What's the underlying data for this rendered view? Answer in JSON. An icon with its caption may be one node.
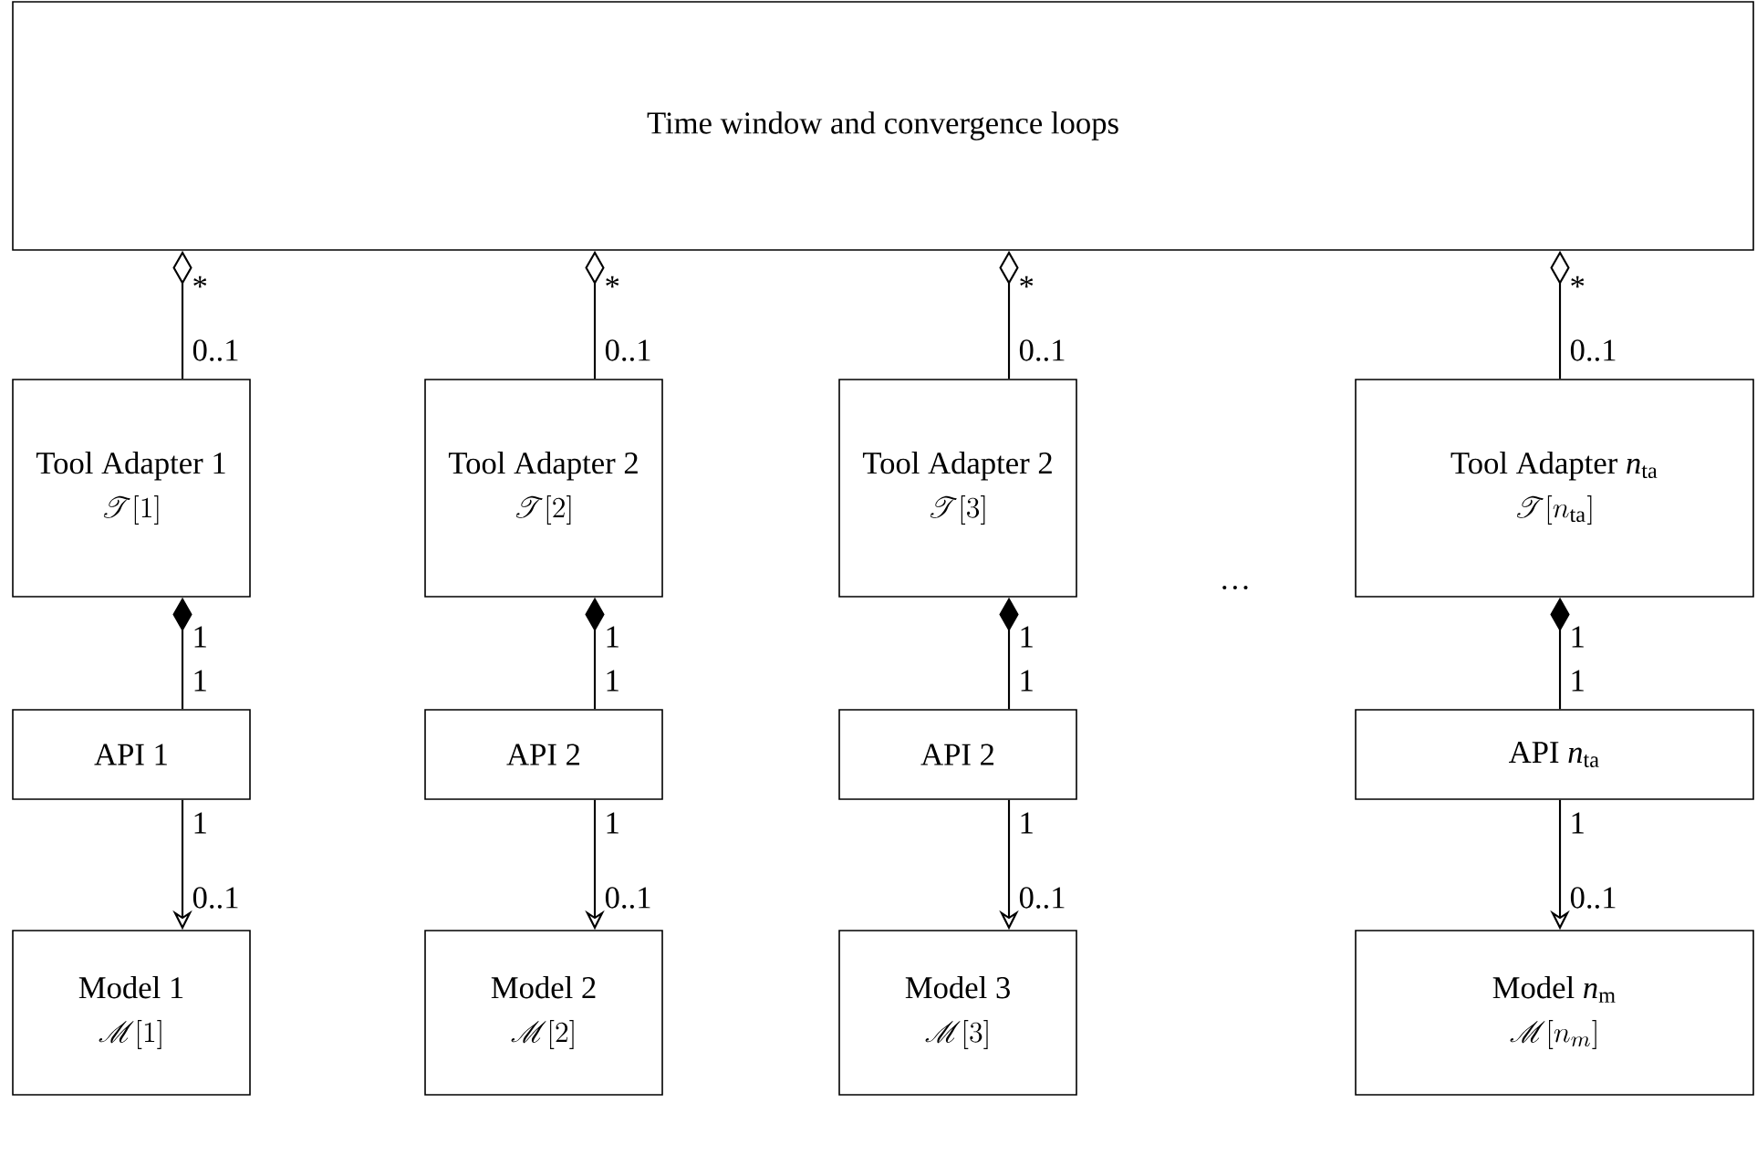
{
  "diagram": {
    "nodes": [
      {
        "text": [
          "Time window and convergence loops"
        ]
      },
      {
        "text": [
          "Tool Adapter 1",
          "\\mathscr{T}[1]"
        ]
      },
      {
        "text": [
          "Tool Adapter 2",
          "\\mathscr{T}[2]"
        ]
      },
      {
        "text": [
          "Tool Adapter 2",
          "\\mathscr{T}[3]"
        ]
      },
      {
        "text": [
          "Tool Adapter *n*$_{ta}$",
          "\\mathscr{T}[n_{\\mathrm{ta}}]"
        ]
      },
      {
        "text": [
          "API 1"
        ]
      },
      {
        "text": [
          "API 2"
        ]
      },
      {
        "text": [
          "API 2"
        ]
      },
      {
        "text": [
          "API *n*$_{ta}$"
        ]
      },
      {
        "text": [
          "Model 1",
          "\\mathscr{M}[1]"
        ]
      },
      {
        "text": [
          "Model 2",
          "\\mathscr{M}[2]"
        ]
      },
      {
        "text": [
          "Model 3",
          "\\mathscr{M}[3]"
        ]
      },
      {
        "text": [
          "Model *n*$_{m}$",
          "\\mathscr{M}[n_m]"
        ]
      }
    ],
    "edges": [
      {
        "from": 0,
        "to": 1,
        "arrow": "other"
      },
      {
        "from": 0,
        "to": 2,
        "arrow": "other"
      },
      {
        "from": 0,
        "to": 3,
        "arrow": "other"
      },
      {
        "from": 0,
        "to": 4,
        "arrow": "other"
      },
      {
        "from": 1,
        "to": 5,
        "arrow": "other"
      },
      {
        "from": 2,
        "to": 6,
        "arrow": "other"
      },
      {
        "from": 3,
        "to": 7,
        "arrow": "other"
      },
      {
        "from": 4,
        "to": 8,
        "arrow": "other"
      },
      {
        "from": 5,
        "to": 9,
        "arrow": "to"
      },
      {
        "from": 6,
        "to": 10,
        "arrow": "to"
      },
      {
        "from": 7,
        "to": 11,
        "arrow": "to"
      },
      {
        "from": 8,
        "to": 12,
        "arrow": "to"
      }
    ],
    "labels": [
      "*",
      "*",
      "*",
      "*",
      "0..1",
      "0..1",
      "0..1",
      "0..1",
      "…",
      "1",
      "1",
      "1",
      "1",
      "1",
      "1",
      "1",
      "1",
      "1",
      "1",
      "1",
      "1",
      "0..1",
      "0..1",
      "0..1",
      "0..1"
    ]
  }
}
